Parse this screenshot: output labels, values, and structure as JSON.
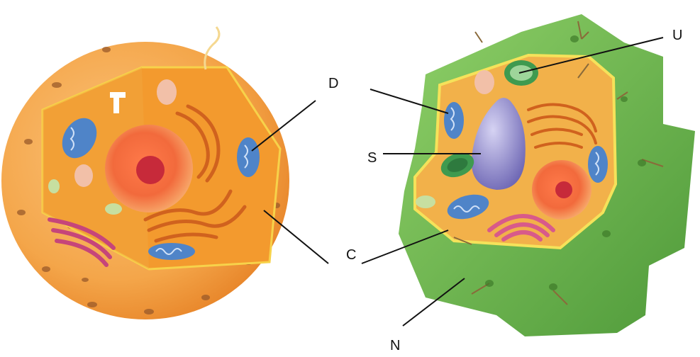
{
  "labels": {
    "D": "D",
    "U": "U",
    "S": "S",
    "C": "C",
    "N": "N"
  },
  "colors": {
    "animal_outer": "#f4a64a",
    "animal_cytoplasm": "#f39a2e",
    "nucleus": "#f58f5a",
    "plant_wall": "#6cb84a",
    "plant_cytoplasm": "#f2b14a",
    "vacuole": "#8b85c8",
    "chloroplast": "#3f9a4f",
    "mitochondria": "#4f84c8",
    "golgi": "#d85a8a",
    "leader_line": "#111111"
  },
  "icons": {
    "animal_cell": "animal-cell-illustration",
    "plant_cell": "plant-cell-illustration"
  }
}
